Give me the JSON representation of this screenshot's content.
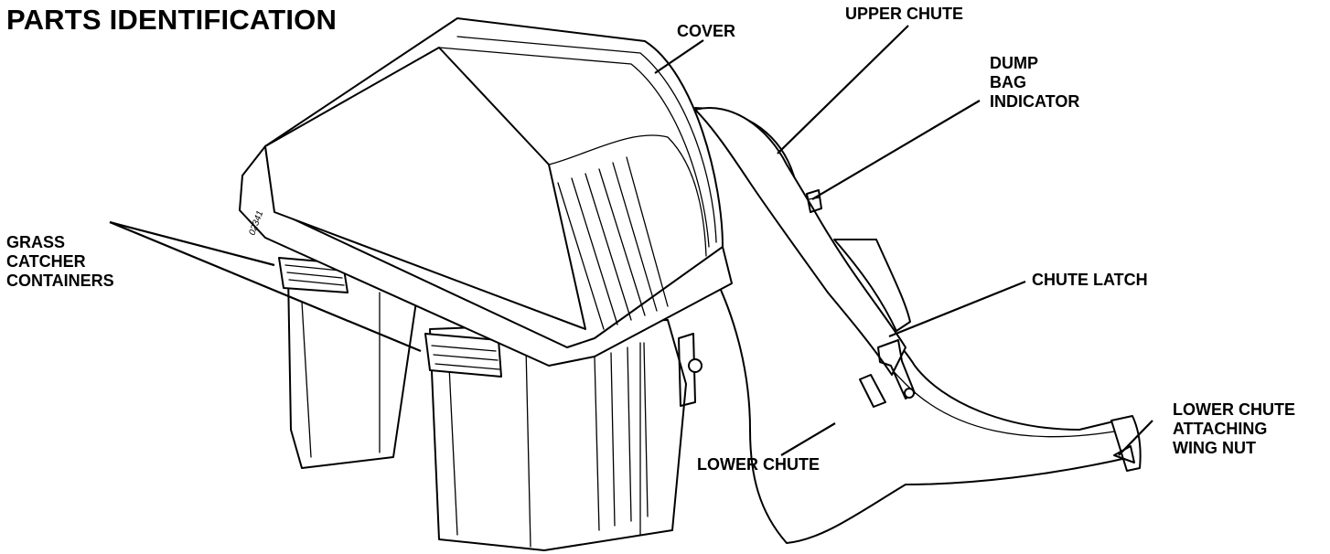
{
  "title": "PARTS IDENTIFICATION",
  "labels": {
    "cover": "COVER",
    "upper_chute": "UPPER CHUTE",
    "dump_bag_indicator": [
      "DUMP",
      "BAG",
      "INDICATOR"
    ],
    "grass_catcher_containers": [
      "GRASS",
      "CATCHER",
      "CONTAINERS"
    ],
    "chute_latch": "CHUTE LATCH",
    "lower_chute": "LOWER CHUTE",
    "lower_chute_wing_nut": [
      "LOWER CHUTE",
      "ATTACHING",
      "WING NUT"
    ]
  },
  "part_number": "02341"
}
